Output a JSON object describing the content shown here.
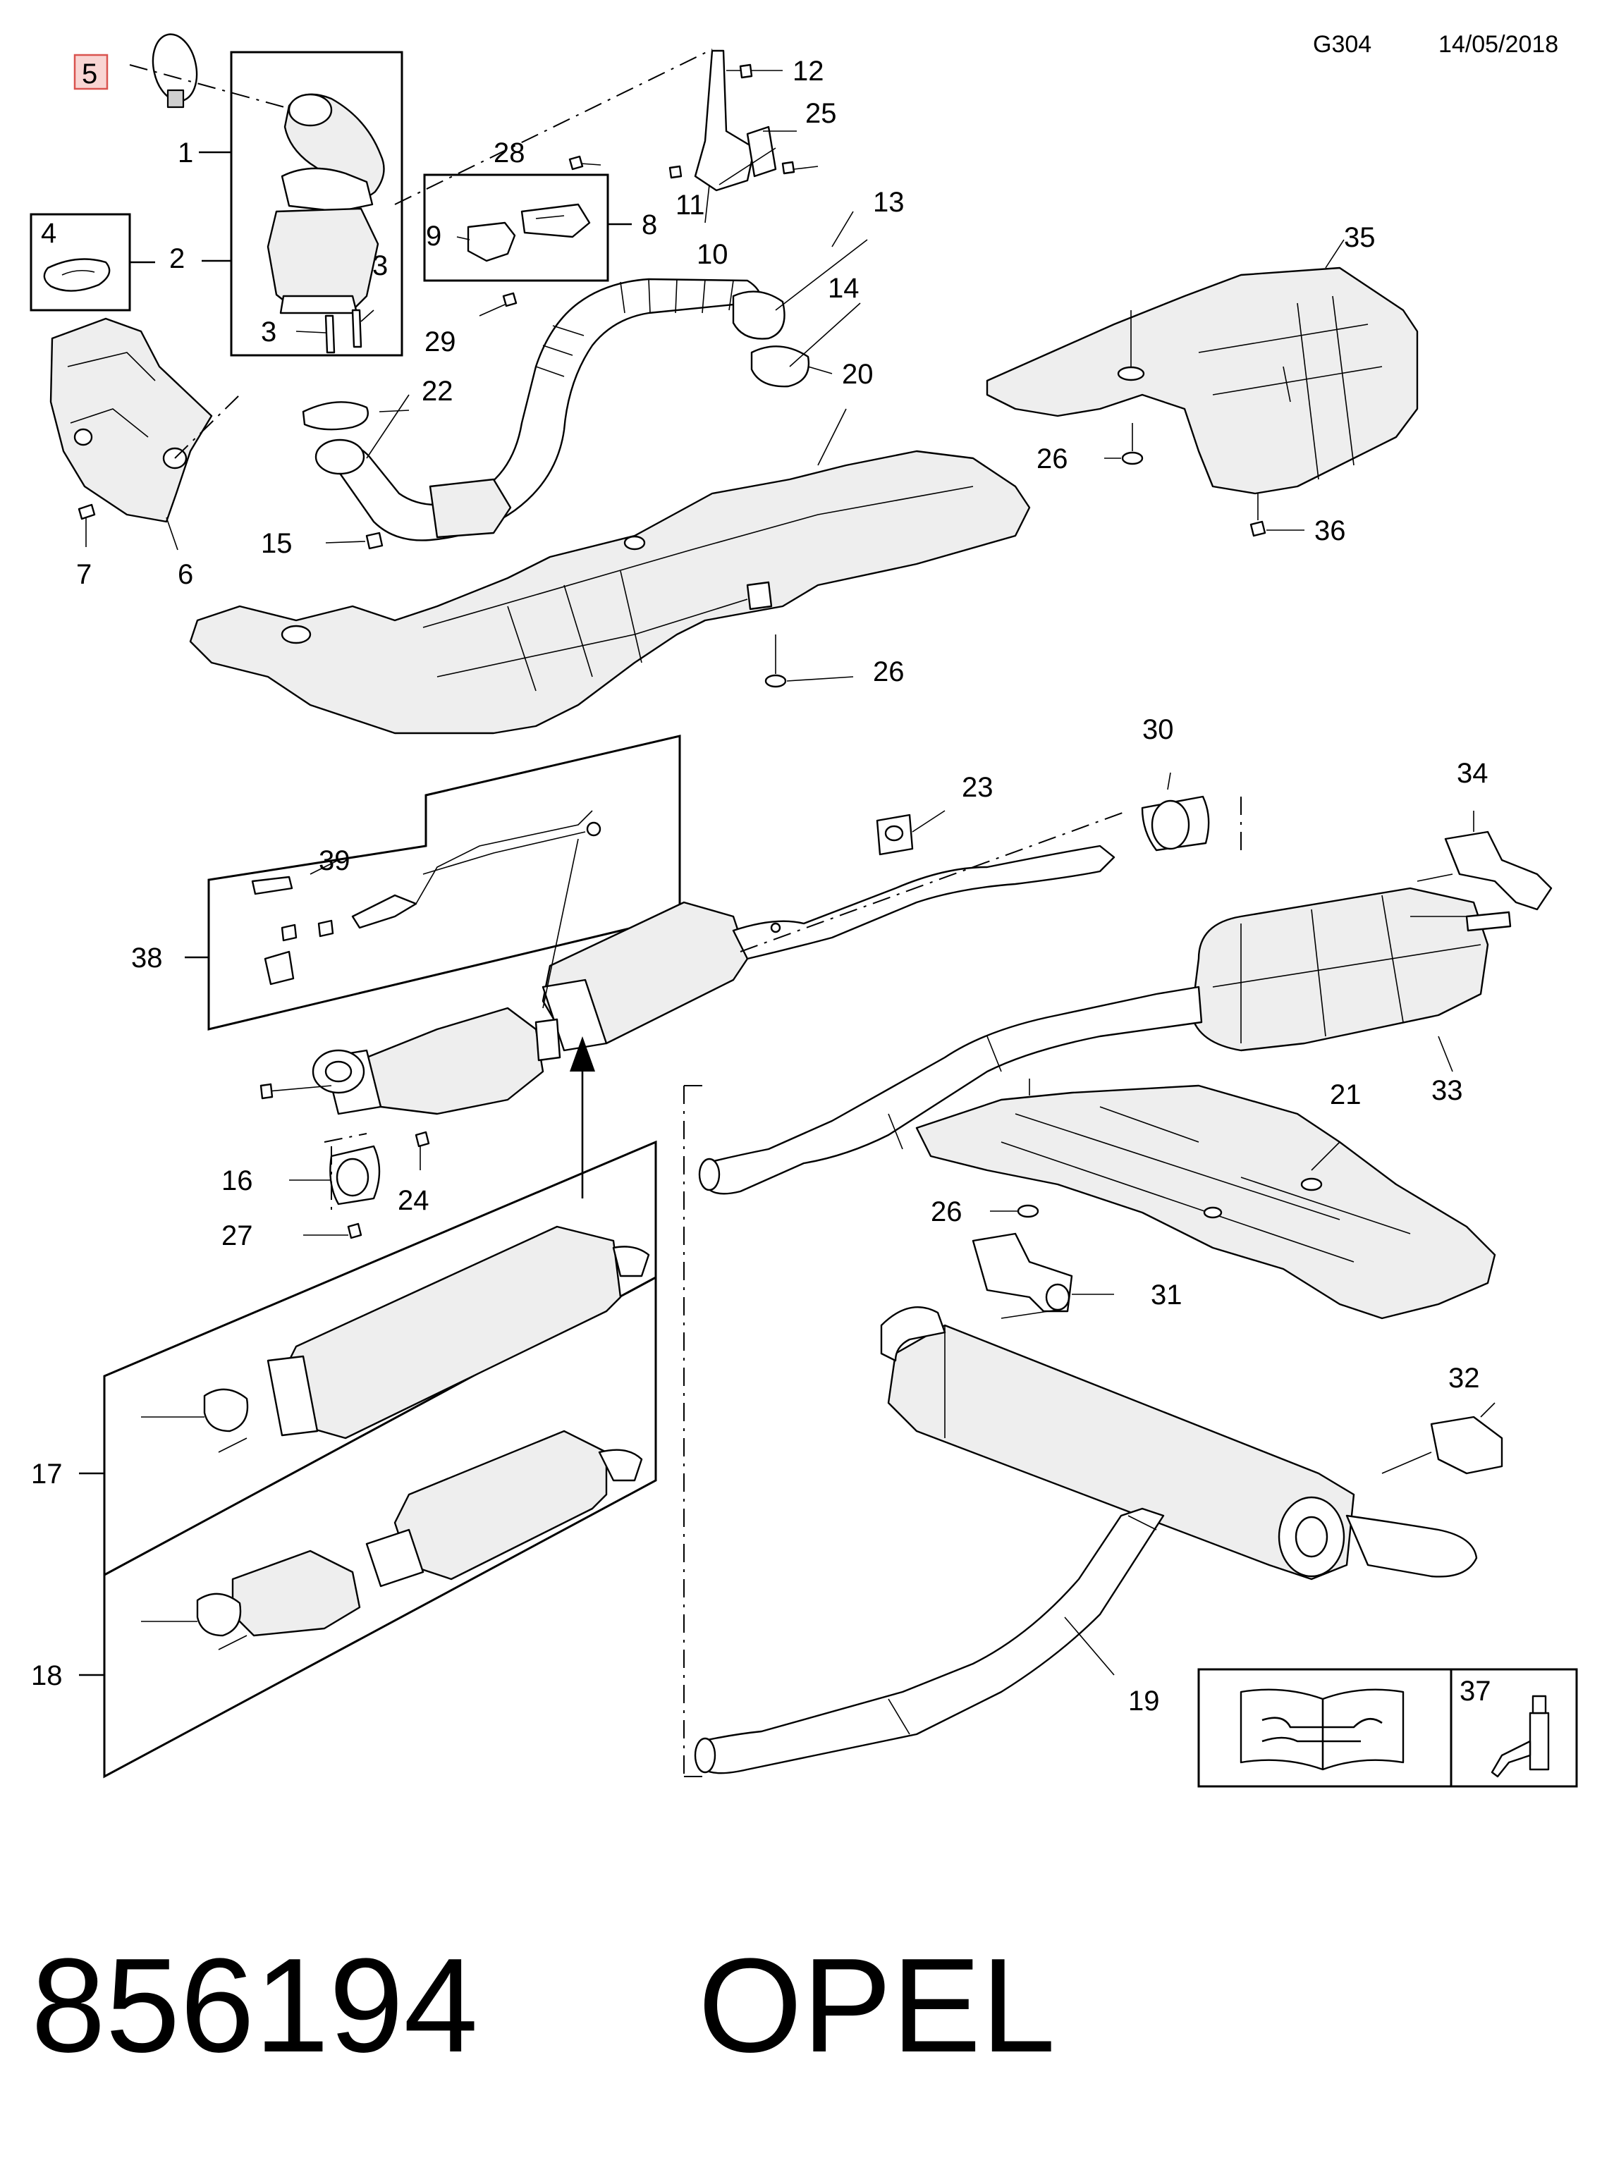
{
  "header": {
    "code": "G304",
    "date": "14/05/2018"
  },
  "footer": {
    "part_number": "856194",
    "brand": "OPEL"
  },
  "callouts": {
    "c1": "1",
    "c2": "2",
    "c3a": "3",
    "c3b": "3",
    "c4": "4",
    "c5": "5",
    "c6": "6",
    "c7": "7",
    "c8": "8",
    "c9": "9",
    "c10": "10",
    "c11": "11",
    "c12": "12",
    "c13": "13",
    "c14": "14",
    "c15": "15",
    "c16": "16",
    "c17": "17",
    "c18": "18",
    "c19": "19",
    "c20": "20",
    "c21": "21",
    "c22": "22",
    "c23": "23",
    "c24": "24",
    "c25": "25",
    "c26a": "26",
    "c26b": "26",
    "c26c": "26",
    "c27": "27",
    "c28": "28",
    "c29": "29",
    "c30": "30",
    "c31": "31",
    "c32": "32",
    "c33": "33",
    "c34": "34",
    "c35": "35",
    "c36": "36",
    "c37": "37",
    "c38": "38",
    "c39": "39"
  },
  "highlight": {
    "callout": "5",
    "color": "#f9d5d3"
  },
  "icons": [
    "manual-book-icon",
    "sealant-bottle-icon",
    "arrow-up-icon"
  ]
}
